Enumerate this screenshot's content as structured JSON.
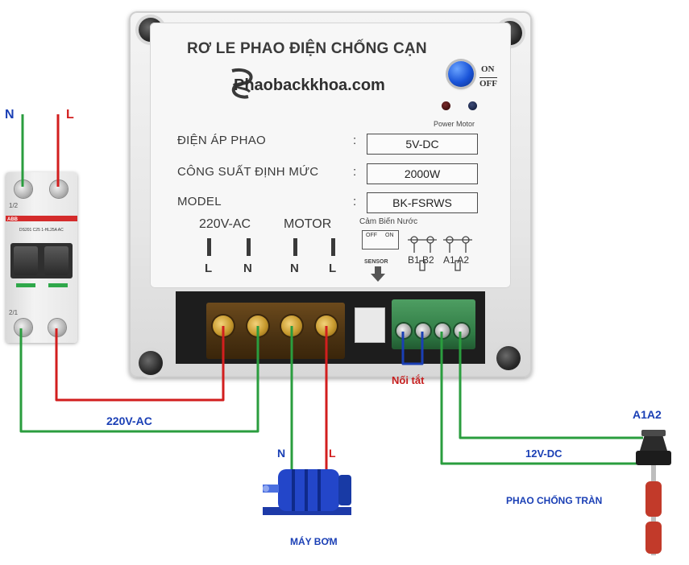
{
  "relay": {
    "title": "RƠ LE PHAO ĐIỆN CHỐNG CẠN",
    "brand": "Phaobackkhoa.com",
    "switch": {
      "on": "ON",
      "off": "OFF"
    },
    "leds_label": "Power Motor",
    "specs": [
      {
        "label": "ĐIỆN ÁP PHAO",
        "colon": ":",
        "value": "5V-DC"
      },
      {
        "label": "CÔNG SUẤT ĐỊNH MỨC",
        "colon": ":",
        "value": "2000W"
      },
      {
        "label": "MODEL",
        "colon": ":",
        "value": "BK-FSRWS"
      }
    ],
    "terminal_groups": {
      "ac": "220V-AC",
      "motor": "MOTOR"
    },
    "terminal_letters": [
      "L",
      "N",
      "N",
      "L"
    ],
    "sensor_title": "Cảm Biến Nước",
    "sensor_switch": {
      "off": "OFF",
      "on": "ON"
    },
    "sensor_label": "SENSOR",
    "float_terminals": {
      "b": "B1 B2",
      "a": "A1 A2"
    }
  },
  "breaker": {
    "brand": "ABB",
    "info": "DS201 C25 1-HL25A AC",
    "top_pins": "1/2",
    "bottom_pins": "2/1"
  },
  "labels": {
    "n_top": "N",
    "l_top": "L",
    "ac_wire": "220V-AC",
    "bridge": "Nối tắt",
    "dc_wire": "12V-DC",
    "float_a1a2": "A1A2",
    "float_name": "PHAO CHỐNG TRÀN",
    "pump_name": "MÁY BƠM",
    "pump_n": "N",
    "pump_l": "L"
  },
  "colors": {
    "live": "#d21e1e",
    "neutral": "#2a9d3e",
    "bridge": "#1a3fb5",
    "label_blue": "#1a3fb5",
    "motor": "#2346c9",
    "float": "#c23a2a"
  }
}
